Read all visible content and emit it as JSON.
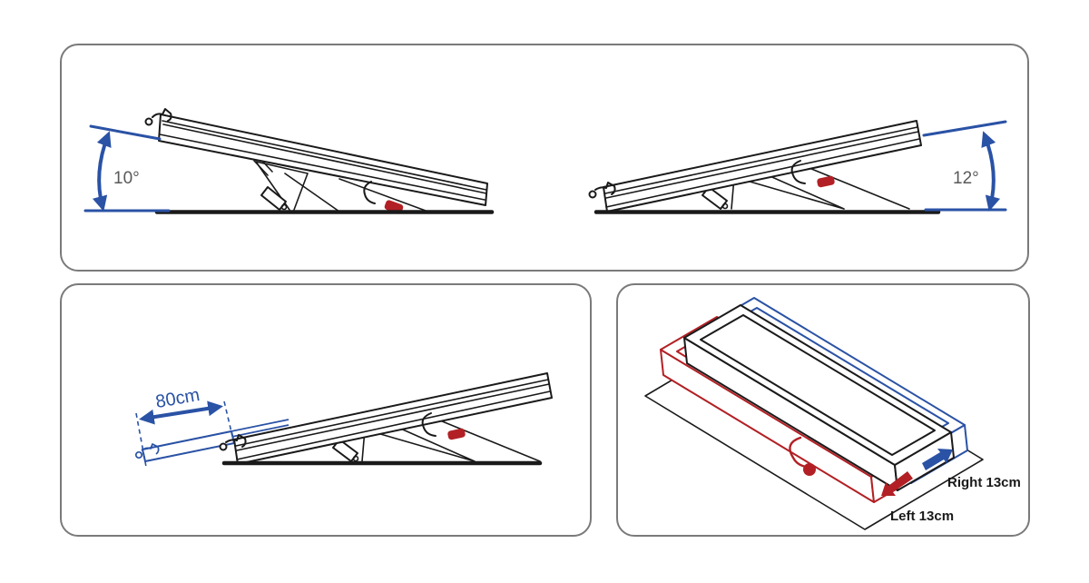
{
  "panels": {
    "tilt_left": {
      "angle": "10°"
    },
    "tilt_right": {
      "angle": "12°"
    },
    "extension": {
      "dimension": "80cm"
    },
    "lateral": {
      "right": "Right 13cm",
      "left": "Left 13cm"
    }
  },
  "colors": {
    "blue": "#2a52a5",
    "red": "#b22025",
    "ink": "#1a1a1a",
    "border": "#7a7a7a",
    "angle_text": "#595959"
  }
}
